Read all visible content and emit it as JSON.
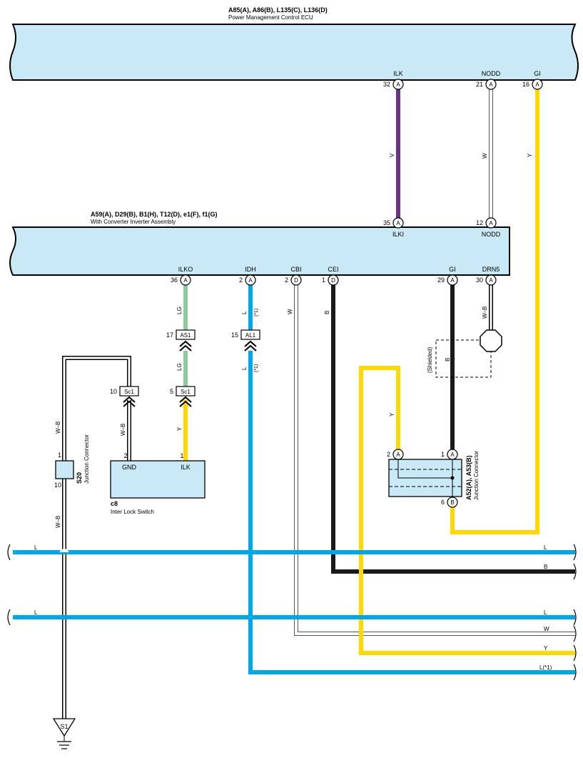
{
  "colors": {
    "ecu_fill": "#c9e9f6",
    "wire_violet": "#6e2f8f",
    "wire_yellow": "#ffd800",
    "wire_blue": "#00a6e6",
    "wire_lightgreen": "#8ccb9c",
    "wire_black": "#1a1a1a",
    "wire_white": "#ffffff"
  },
  "ecu_top": {
    "ids": "A85(A), A86(B), L135(C), L136(D)",
    "name": "Power Management Control ECU",
    "pins": [
      {
        "terminal": "ILK",
        "number": "32",
        "connector": "A"
      },
      {
        "terminal": "NODD",
        "number": "21",
        "connector": "A"
      },
      {
        "terminal": "GI",
        "number": "16",
        "connector": "A"
      }
    ]
  },
  "inverter": {
    "ids": "A59(A), D29(B), B1(H), T12(D), e1(F), f1(G)",
    "name": "With Converter Inverter Assembly",
    "top_pins": [
      {
        "terminal": "ILKI",
        "number": "35",
        "connector": "A"
      },
      {
        "terminal": "NODD",
        "number": "12",
        "connector": "A"
      }
    ],
    "bottom_pins": [
      {
        "terminal": "ILKO",
        "number": "36",
        "connector": "A"
      },
      {
        "terminal": "IDH",
        "number": "2",
        "connector": "A"
      },
      {
        "terminal": "CBI",
        "number": "2",
        "connector": "D"
      },
      {
        "terminal": "CEI",
        "number": "1",
        "connector": "D"
      },
      {
        "terminal": "GI",
        "number": "29",
        "connector": "A"
      },
      {
        "terminal": "DRN5",
        "number": "30",
        "connector": "A"
      }
    ]
  },
  "wire_codes": {
    "ilk_wire": "V",
    "nodd_wire": "W",
    "gi_wire": "Y",
    "ilko_upper": "LG",
    "ilko_lower": "LG",
    "idh_upper": "L",
    "idh_upper_note": "(*1)",
    "idh_lower": "L",
    "idh_lower_note": "(*1)",
    "cbi_wire": "W",
    "cei_wire": "B",
    "drn_wire": "W–B",
    "shield_wire": "B",
    "shield_label": "(Shielded)",
    "sc1_to_switch": "W–B",
    "sc1_to_switch_pin1": "Y",
    "junction_y": "Y",
    "s20_upper": "W–B",
    "s20_lower": "W–B"
  },
  "inline_connectors": {
    "as1": {
      "pin": "17",
      "code": "AS1"
    },
    "al1": {
      "pin": "15",
      "code": "AL1"
    },
    "sc1_left": {
      "pin": "10",
      "code": "Sc1"
    },
    "sc1_right": {
      "pin": "5",
      "code": "Sc1"
    }
  },
  "switch": {
    "id": "c8",
    "name": "Inter Lock Switch",
    "pins": [
      {
        "number": "2",
        "terminal": "GND"
      },
      {
        "number": "1",
        "terminal": "ILK"
      }
    ]
  },
  "s20": {
    "id": "S20",
    "name": "Junction Connector",
    "pin_top": "1",
    "pin_bottom": "10"
  },
  "junction_a52": {
    "ids": "A52(A), A53(B)",
    "name": "Junction Connector",
    "pins": [
      {
        "number": "2",
        "connector": "A"
      },
      {
        "number": "1",
        "connector": "A"
      },
      {
        "number": "6",
        "connector": "B"
      }
    ]
  },
  "ground": {
    "label": "S1"
  },
  "right_edge_labels": [
    "L",
    "B",
    "L",
    "W",
    "Y",
    "L(*1)"
  ],
  "left_edge_labels": [
    "L",
    "L"
  ]
}
